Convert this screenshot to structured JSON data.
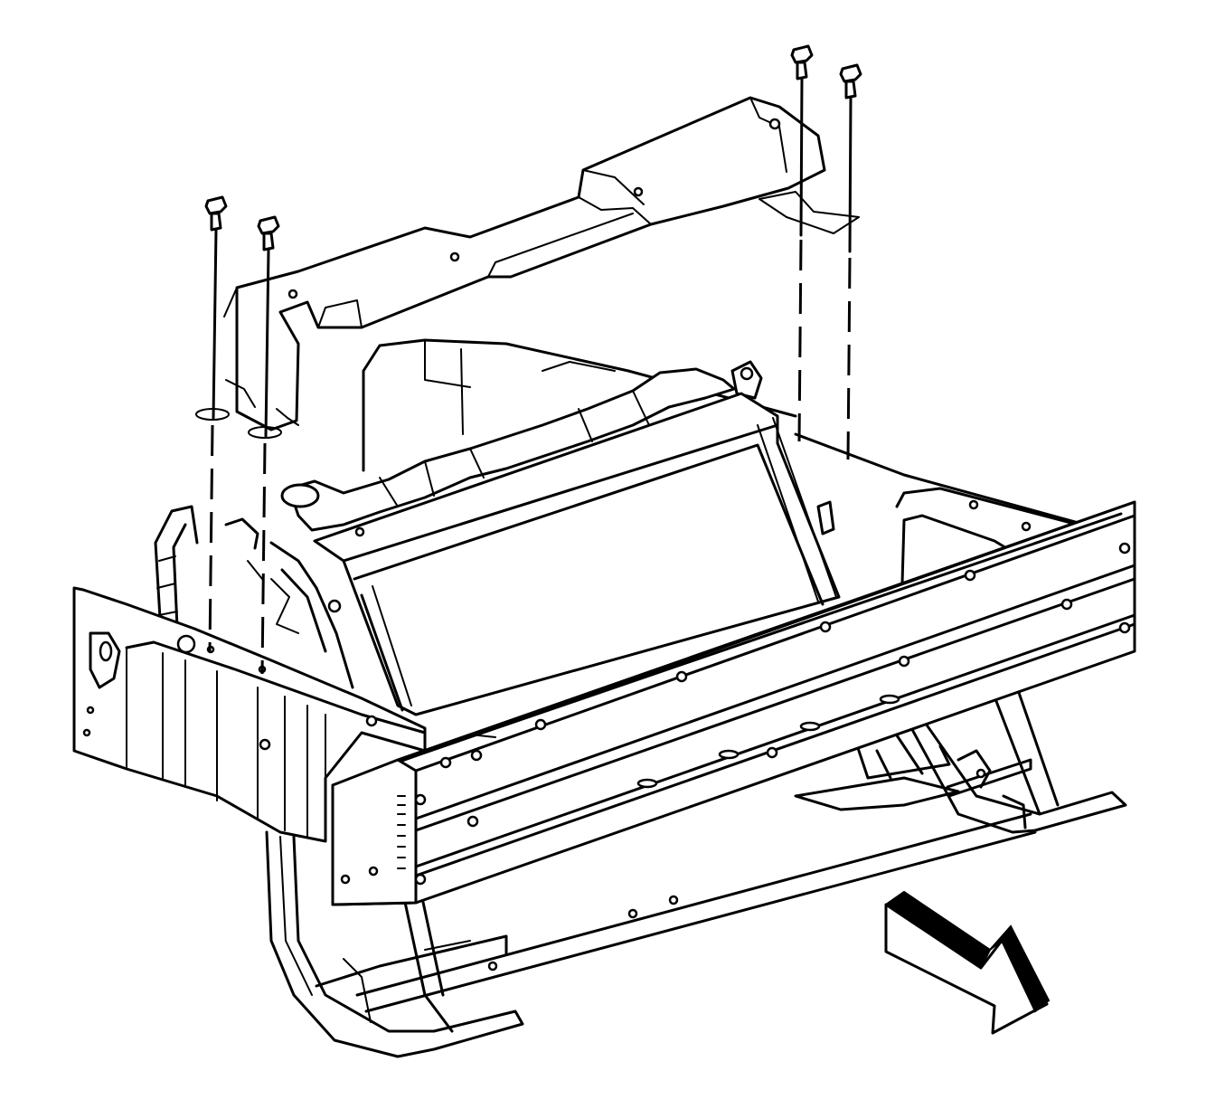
{
  "diagram": {
    "type": "technical-line-drawing",
    "subject": "radiator-support-frame-assembly",
    "fasteners": [
      {
        "name": "bolt",
        "position": "left-front"
      },
      {
        "name": "bolt",
        "position": "left-rear"
      },
      {
        "name": "bolt",
        "position": "right-front"
      },
      {
        "name": "bolt",
        "position": "right-rear"
      }
    ],
    "direction_arrow_icon": "front-direction-arrow-icon",
    "colors": {
      "line": "#000000",
      "background": "#ffffff"
    }
  }
}
